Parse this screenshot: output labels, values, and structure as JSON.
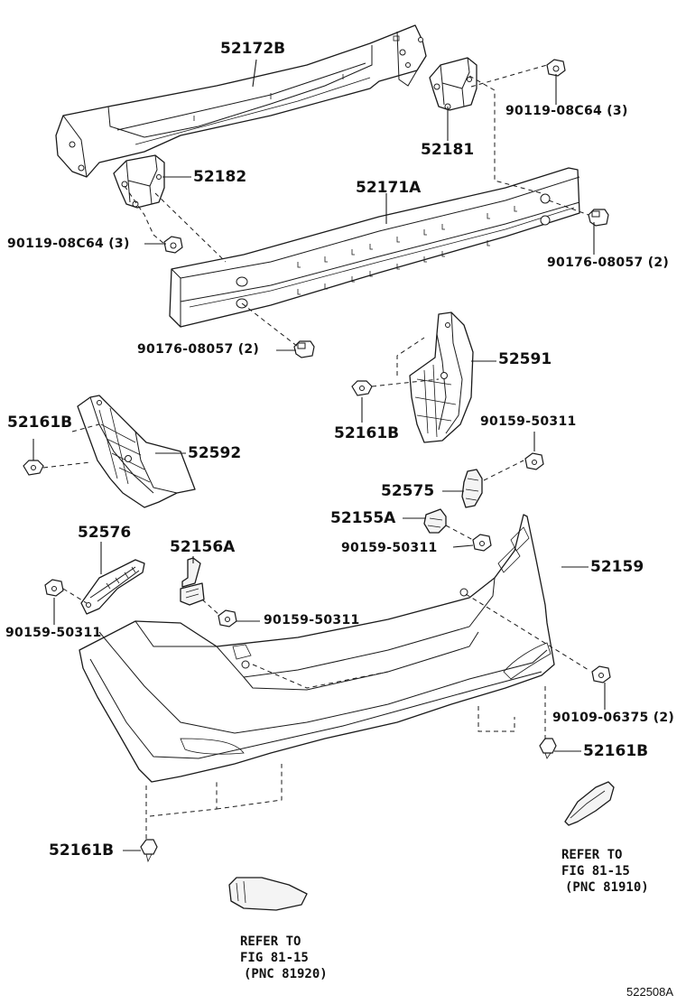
{
  "parts": {
    "reinforcement_upper": "52172B",
    "bracket_right": "52181",
    "bracket_left": "52182",
    "reinforcement_lower": "52171A",
    "bolt_right": "90119-08C64 (3)",
    "bolt_left": "90119-08C64 (3)",
    "nut_right": "90176-08057 (2)",
    "nut_left": "90176-08057 (2)",
    "retainer_right": "52591",
    "clip_right_retainer": "52161B",
    "clip_left_retainer": "52161B",
    "retainer_left": "52592",
    "screw_upper_right": "90159-50311",
    "spacer_right": "52575",
    "support_center_right": "52155A",
    "screw_center_right": "90159-50311",
    "support_left": "52576",
    "support_center_left": "52156A",
    "screw_left": "90159-50311",
    "screw_center_left": "90159-50311",
    "bumper_cover": "52159",
    "screw_bumper": "90109-06375 (2)",
    "clip_bumper_right": "52161B",
    "clip_bumper_left": "52161B"
  },
  "references": {
    "right_reflector": {
      "line1": "REFER TO",
      "line2": "FIG 81-15",
      "line3": "(PNC 81910)"
    },
    "left_reflector": {
      "line1": "REFER TO",
      "line2": "FIG 81-15",
      "line3": "(PNC 81920)"
    }
  },
  "figure_code": "522508A"
}
